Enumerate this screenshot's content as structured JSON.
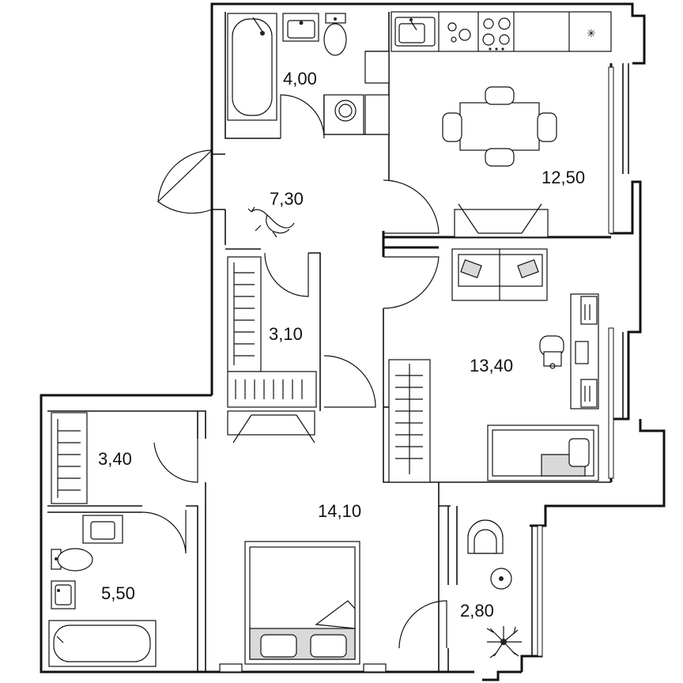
{
  "rooms": [
    {
      "id": "bathroom-top",
      "area": "4,00"
    },
    {
      "id": "hallway",
      "area": "7,30"
    },
    {
      "id": "kitchen",
      "area": "12,50"
    },
    {
      "id": "closet",
      "area": "3,10"
    },
    {
      "id": "bedroom-right",
      "area": "13,40"
    },
    {
      "id": "dressing-room",
      "area": "3,40"
    },
    {
      "id": "bedroom-main",
      "area": "14,10"
    },
    {
      "id": "bathroom-bottom",
      "area": "5,50"
    },
    {
      "id": "balcony",
      "area": "2,80"
    }
  ],
  "colors": {
    "wall": "#111111",
    "furniture_accent": "#d9d9d9",
    "background": "#ffffff"
  }
}
